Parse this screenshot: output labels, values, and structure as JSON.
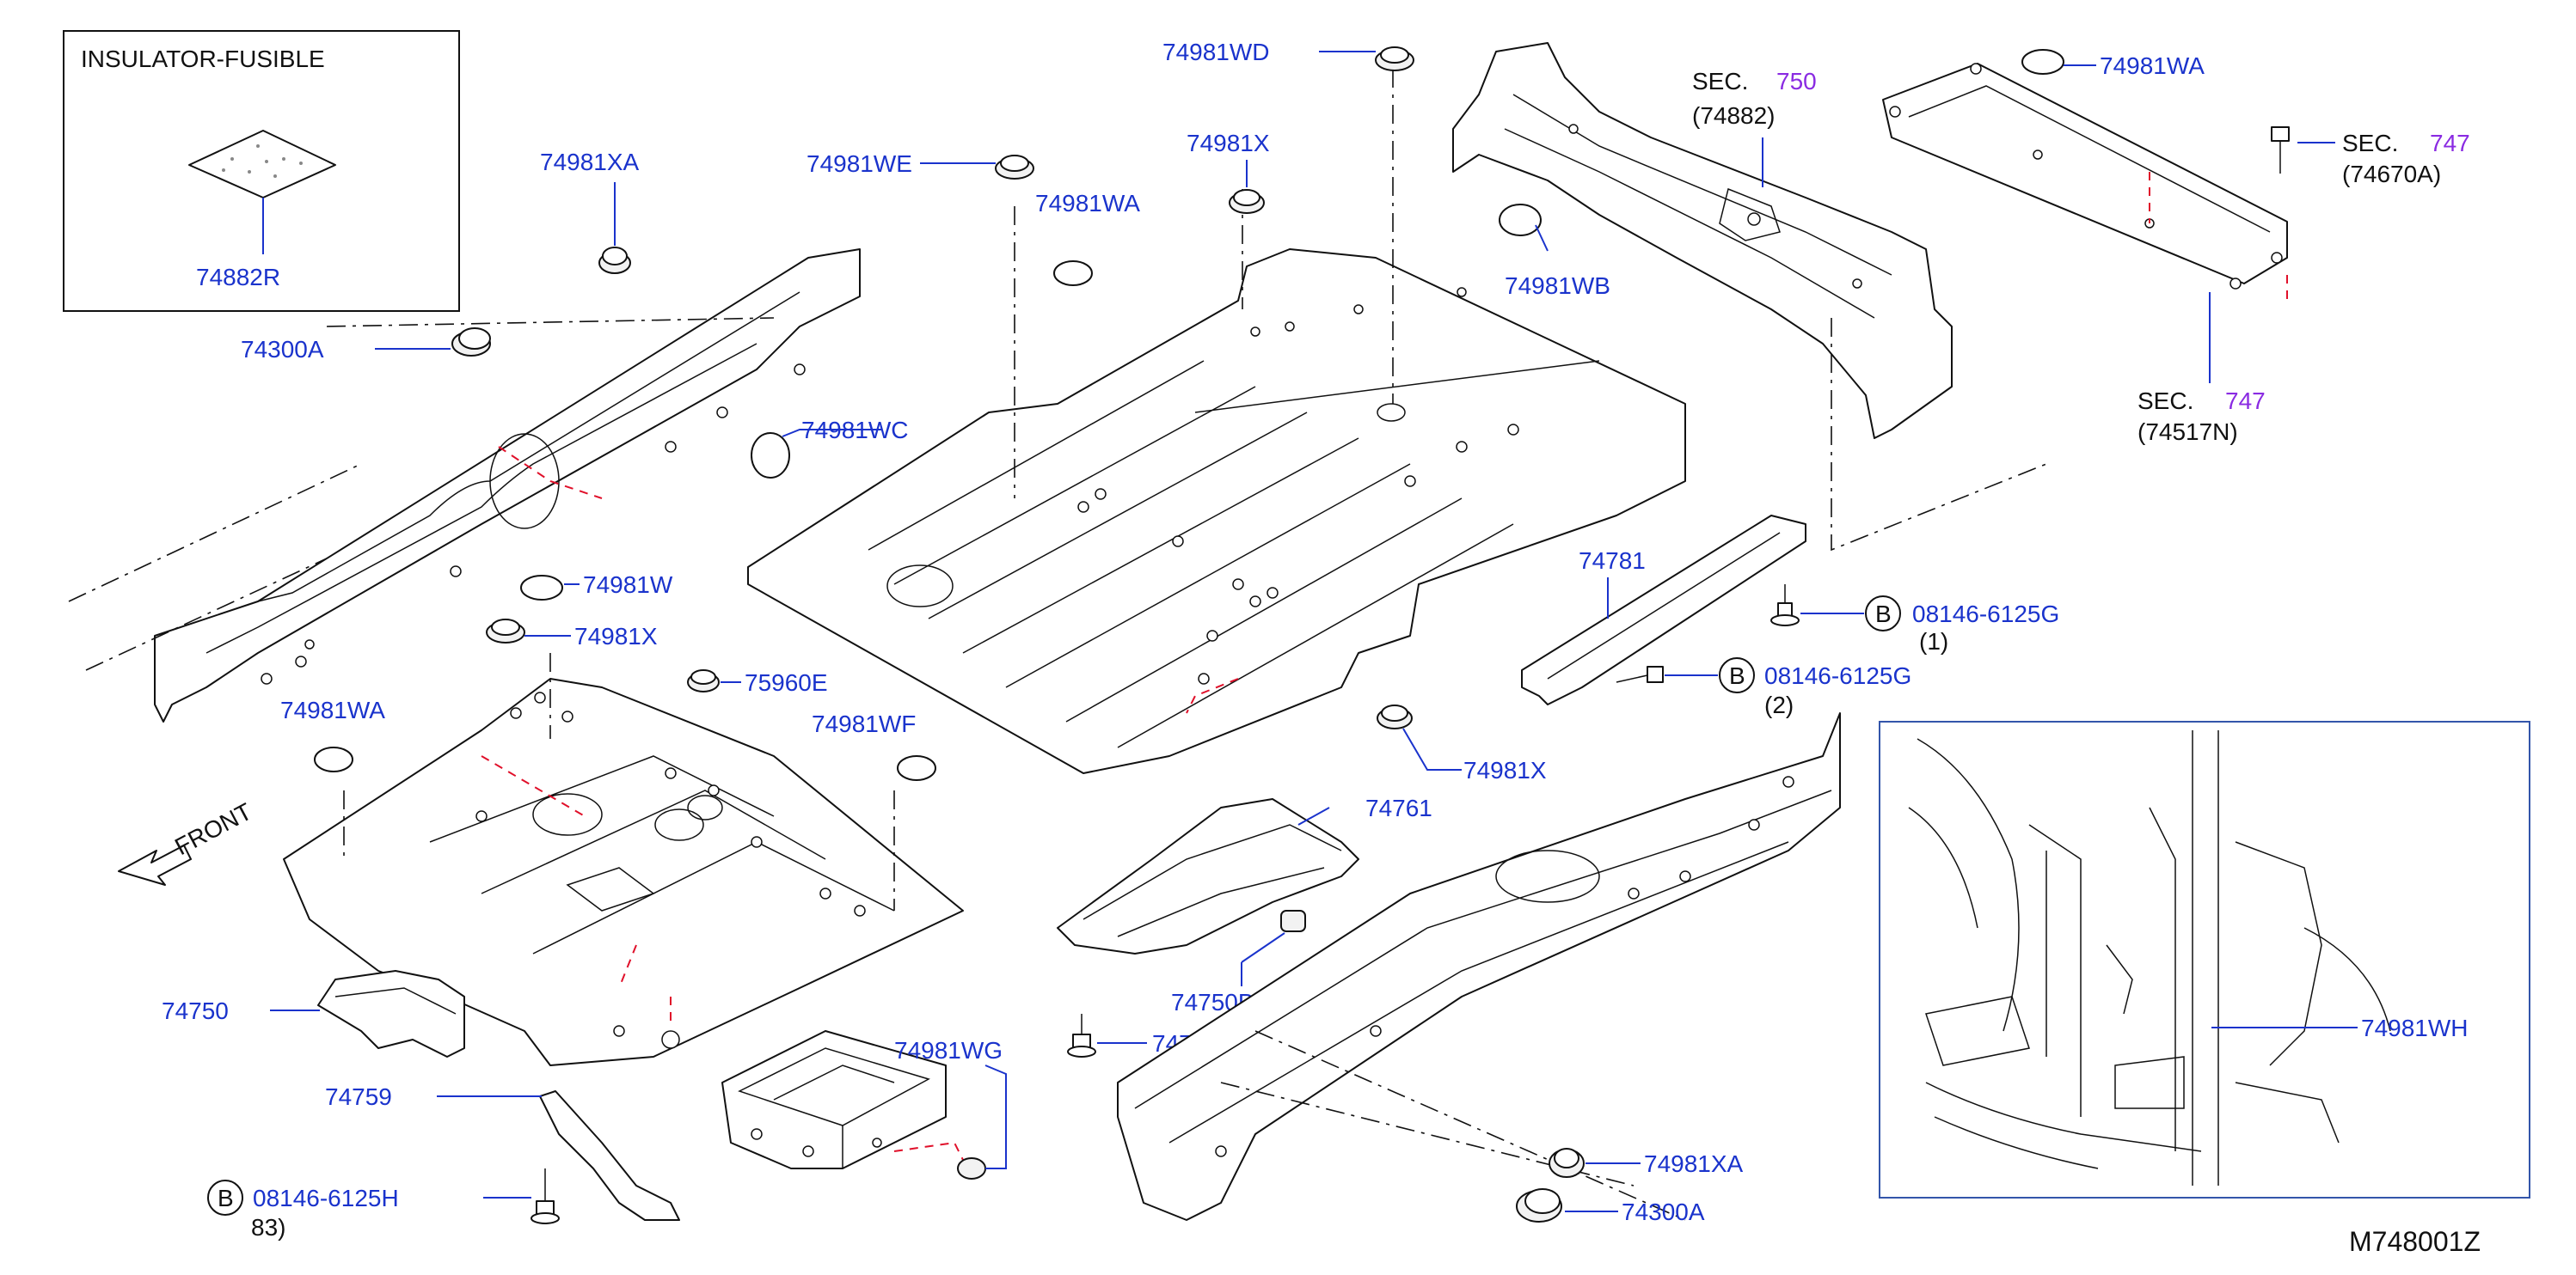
{
  "diagram": {
    "code": "M748001Z",
    "inset_title": "INSULATOR-FUSIBLE",
    "front_label": "FRONT",
    "circled_letter": "B",
    "labels": {
      "p74882R": "74882R",
      "p74981XA_top": "74981XA",
      "p74300A_top": "74300A",
      "p74981WC": "74981WC",
      "p74981WE": "74981WE",
      "p74981WA_mid": "74981WA",
      "p74981X_top": "74981X",
      "p74981WD": "74981WD",
      "p74981WB": "74981WB",
      "p74981WA_right": "74981WA",
      "p74981W": "74981W",
      "p74981X_left": "74981X",
      "p75960E": "75960E",
      "p74981WA_left": "74981WA",
      "p74981WF": "74981WF",
      "p74781": "74781",
      "p08146_1": "08146-6125G",
      "p08146_2": "08146-6125G",
      "p74981X_mid": "74981X",
      "p74761": "74761",
      "p74750": "74750",
      "p74750B": "74750B",
      "p74750A": "74750A",
      "p74759": "74759",
      "p74981WG": "74981WG",
      "p08146H": "08146-6125H",
      "p74981XA_bot": "74981XA",
      "p74300A_bot": "74300A",
      "p74981WH": "74981WH"
    },
    "qty": {
      "q1": "(1)",
      "q2": "(2)",
      "q83": "83)"
    },
    "sections": {
      "s750": {
        "prefix": "SEC.",
        "num": "750",
        "part": "(74882)"
      },
      "s747a": {
        "prefix": "SEC.",
        "num": "747",
        "part": "(74670A)"
      },
      "s747b": {
        "prefix": "SEC.",
        "num": "747",
        "part": "(74517N)"
      }
    },
    "colors": {
      "part_number": "#1a33cc",
      "section_number": "#8a2be2",
      "cut_line": "#e0102a"
    }
  }
}
